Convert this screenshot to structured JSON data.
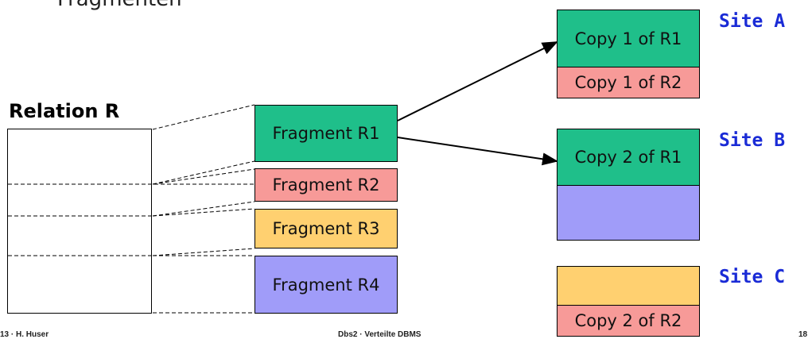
{
  "slide": {
    "title_fragment": "Fragmenten",
    "footer_left": "13 · H. Huser",
    "footer_center": "Dbs2 · Verteilte DBMS",
    "footer_right": "18"
  },
  "relation": {
    "title": "Relation R"
  },
  "fragments": [
    {
      "label": "Fragment R1",
      "color": "#1fbf8a"
    },
    {
      "label": "Fragment R2",
      "color": "#f79a98"
    },
    {
      "label": "Fragment R3",
      "color": "#ffd070"
    },
    {
      "label": "Fragment R4",
      "color": "#a09cf9"
    }
  ],
  "sites": [
    {
      "label": "Site A",
      "blocks": [
        "Copy 1 of R1",
        "Copy 1 of R2"
      ]
    },
    {
      "label": "Site B",
      "blocks": [
        "Copy 2 of R1",
        ""
      ]
    },
    {
      "label": "Site C",
      "blocks": [
        "",
        "Copy 2 of R2"
      ]
    }
  ]
}
